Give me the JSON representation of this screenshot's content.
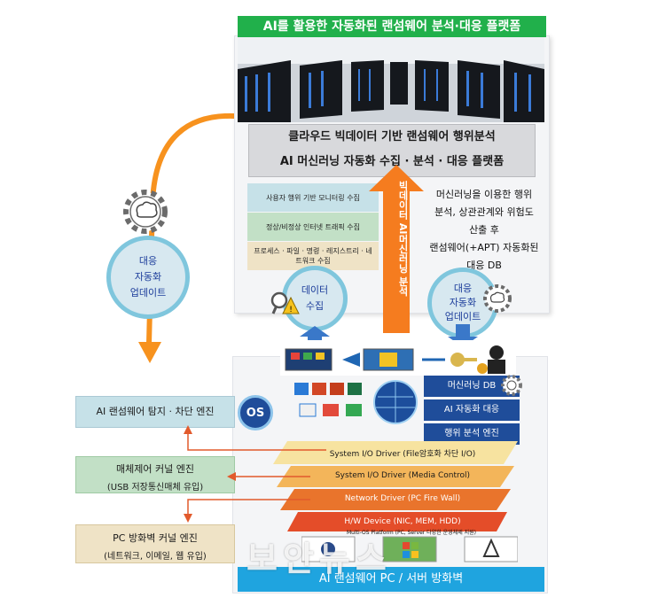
{
  "title": "AI를 활용한 자동화된 랜섬웨어 분석·대응 플랫폼",
  "cloud": {
    "line1": "클라우드 빅데이터 기반 랜섬웨어 행위분석",
    "line2": "AI 머신러닝 자동화 수집 · 분석 · 대응 플랫폼"
  },
  "collect_items": [
    "사용자 행위 기반 모니터링 수집",
    "정상/비정상 인터넷 트래픽 수집",
    "프로세스 · 파일 · 명령 · 레지스트리 · 네트워크 수집"
  ],
  "right_text": [
    "머신러닝을 이용한 행위",
    "분석, 상관관계와 위험도",
    "산출 후",
    "랜섬웨어(+APT) 자동화된",
    "대응 DB"
  ],
  "center_arrow_label": "빅데이터 AI머신러닝 분석",
  "circles": {
    "left": [
      "대응",
      "자동화",
      "업데이트"
    ],
    "data_collect": [
      "데이터",
      "수집"
    ],
    "auto_response": [
      "대응",
      "자동화",
      "업데이트"
    ]
  },
  "left_boxes": {
    "detect": "AI 랜섬웨어 탐지 · 차단 엔진",
    "media_title": "매체제어 커널 엔진",
    "media_sub": "(USB 저장통신매체 유입)",
    "firewall_title": "PC 방화벽 커널 엔진",
    "firewall_sub": "(네트워크, 이메일, 웹 유입)"
  },
  "os_label": "OS",
  "engines": [
    "머신러닝 DB",
    "AI 자동화 대응",
    "행위 분석 엔진"
  ],
  "layers": [
    "System I/O Driver (File암호화 차단 I/O)",
    "System I/O Driver (Media Control)",
    "Network Driver (PC Fire Wall)",
    "H/W Device (NIC, MEM, HDD)"
  ],
  "platform_label": "Multi-OS Platform (PC, Server 다양한 운영체제 지원)",
  "os_icons": [
    "Apple",
    "Windows",
    "Linux"
  ],
  "bottom_bar": "AI 랜섬웨어 PC / 서버 방화벽",
  "watermark": "보안뉴스",
  "colors": {
    "green": "#21b04b",
    "orange": "#f7921e",
    "blue": "#1f4d9a",
    "sky": "#1fa4df",
    "teal_box": "#c6e1e8",
    "green_box": "#c2e0c6",
    "tan_box": "#efe3c6"
  }
}
